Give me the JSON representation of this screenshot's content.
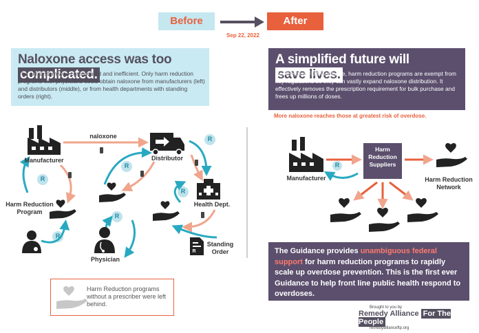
{
  "header": {
    "before_label": "Before",
    "after_label": "After",
    "date": "Sep 22, 2022"
  },
  "left_panel": {
    "title_plain": "Naloxone access was too",
    "title_highlight": "complicated.",
    "body": "The old system was complicated and inefficient. Only harm reduction programs with physicians could obtain naloxone from manufacturers (left) and distributors (middle), or from health departments with standing orders (right)."
  },
  "right_panel": {
    "title_plain": "A simplified future will",
    "title_highlight": "save lives.",
    "body": "Per the new FDA Guidance, harm reduction programs are exempt from key regulations so they can vastly expand naloxone distribution. It effectively removes the prescription requirement for bulk purchase and frees up millions of doses.",
    "note": "More naloxone reaches those at greatest risk of overdose."
  },
  "left_diagram": {
    "naloxone_label": "naloxone",
    "manufacturer": "Manufacturer",
    "distributor": "Distributor",
    "harm_reduction_line1": "Harm Reduction",
    "harm_reduction_line2": "Program",
    "health_dept": "Health Dept.",
    "physician": "Physician",
    "standing_line1": "Standing",
    "standing_line2": "Order",
    "rx_symbol": "R"
  },
  "left_callout": {
    "text": "Harm Reduction programs without a prescriber were left behind."
  },
  "right_diagram": {
    "manufacturer": "Manufacturer",
    "suppliers_line1": "Harm",
    "suppliers_line2": "Reduction",
    "suppliers_line3": "Suppliers",
    "network_line1": "Harm Reduction",
    "network_line2": "Network",
    "rx_symbol": "R"
  },
  "guidance": {
    "pre": "The Guidance provides ",
    "emphasis": "unambiguous federal support",
    "post": " for harm reduction programs to rapidly scale up overdose prevention. This is the first ever Guidance to help front line public health respond to overdoses."
  },
  "credit": {
    "brought": "Brought to you by",
    "brand": "Remedy Alliance",
    "brand_tag": "For The People",
    "url": "remedyallianceftp.org"
  },
  "colors": {
    "orange": "#e8603c",
    "teal": "#29a9c1",
    "dark": "#555060",
    "light_blue": "#c9eaf2",
    "purple": "#5b4f6d"
  }
}
